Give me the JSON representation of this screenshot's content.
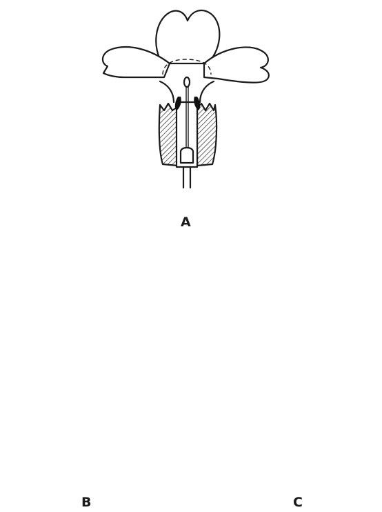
{
  "figure": {
    "labels": {
      "a": "A",
      "b": "B",
      "c": "C"
    },
    "colors": {
      "ink": "#1a1a1a",
      "background": "#ffffff"
    }
  }
}
